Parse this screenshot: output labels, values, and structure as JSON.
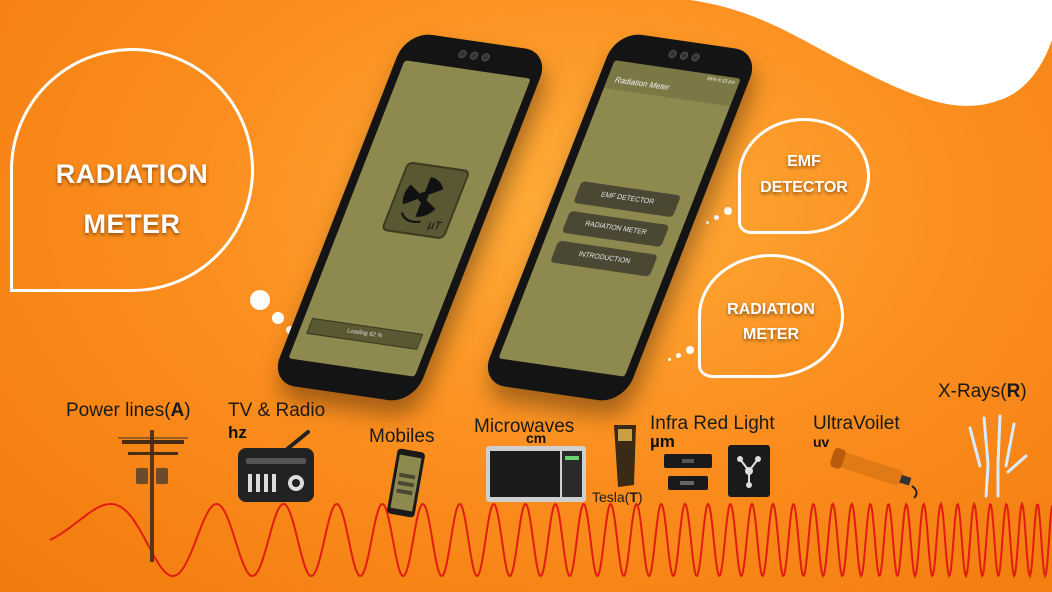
{
  "bubbles": {
    "main_line1": "RADIATION",
    "main_line2": "METER",
    "emf_line1": "EMF",
    "emf_line2": "DETECTOR",
    "rad_line1": "RADIATION",
    "rad_line2": "METER"
  },
  "phone_left": {
    "logo_unit": "µT",
    "loading_label": "Loading",
    "loading_value": "62 %"
  },
  "phone_right": {
    "app_title": "Radiation Meter",
    "status_text": "56% 6:33 pm",
    "menu": [
      "EMF DETECTOR",
      "RADIATION METER",
      "INTRODUCTION"
    ]
  },
  "spectrum": {
    "power_lines": {
      "text": "Power lines(",
      "unit": "A",
      "close": ")"
    },
    "tv_radio": {
      "text": "TV & Radio",
      "unit": "hz"
    },
    "mobiles": {
      "text": "Mobiles"
    },
    "microwaves": {
      "text": "Microwaves",
      "unit": "cm"
    },
    "tesla": {
      "text": "Tesla(",
      "unit": "T",
      "close": ")"
    },
    "infra_red": {
      "text": "Infra Red Light",
      "unit": "µm"
    },
    "ultraviolet": {
      "text": "UltraVoilet",
      "unit": "uv"
    },
    "xrays": {
      "text": "X-Rays(",
      "unit": "R",
      "close": ")"
    }
  },
  "colors": {
    "background": "#f7881a",
    "wave": "#e11d12",
    "screen": "#8e8a4f",
    "button": "#4a4832"
  }
}
